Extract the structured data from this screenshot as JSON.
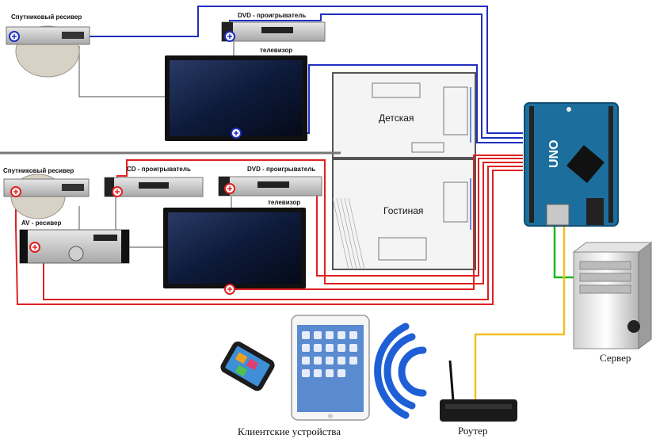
{
  "labels": {
    "sat_receiver_1": "Спутниковый ресивер",
    "dvd_player_1": "DVD - проигрыватель",
    "tv_1": "телевизор",
    "room_kids": "Детская",
    "sat_receiver_2": "Спутниковый ресивер",
    "cd_player": "CD - проигрыватель",
    "dvd_player_2": "DVD - проигрыватель",
    "tv_2": "телевизор",
    "av_receiver": "AV - ресивер",
    "room_living": "Гостиная",
    "server": "Сервер",
    "router": "Роутер",
    "clients": "Клиентские устройства",
    "arduino_uno": "UNO"
  },
  "colors": {
    "blue_wire": "#1f2fbf",
    "red_wire": "#e02020",
    "green_wire": "#18b818",
    "yellow_wire": "#f2c01e",
    "gray_wire": "#6f6f6f",
    "arduino": "#1c6e9c",
    "wifi": "#1f5fd6",
    "tv_screen": "#0d1a3a"
  },
  "icons": [
    "ir-emitter-icon",
    "wifi-signal-icon"
  ]
}
